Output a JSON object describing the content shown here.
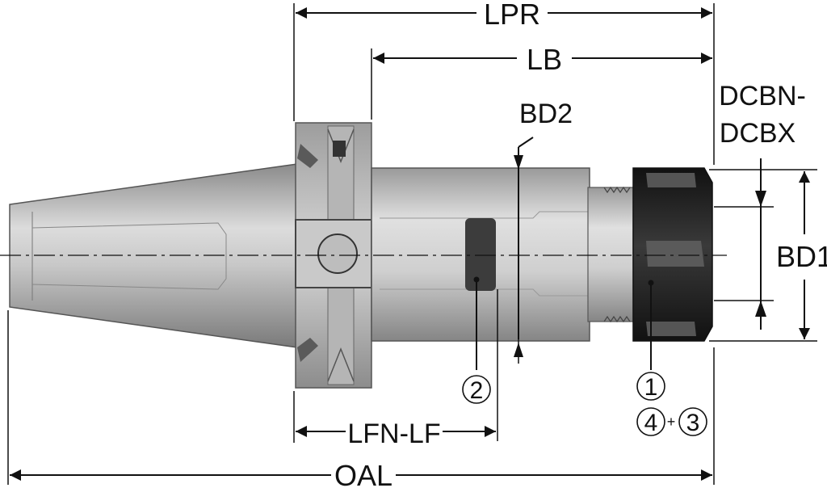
{
  "dimensions": {
    "lpr": "LPR",
    "lb": "LB",
    "bd2": "BD2",
    "dcbn_dcbx_line1": "DCBN-",
    "dcbn_dcbx_line2": "DCBX",
    "bd1": "BD1",
    "lfn_lf": "LFN-LF",
    "oal": "OAL"
  },
  "callouts": {
    "c1": "1",
    "c2": "2",
    "c3": "3",
    "c4": "4",
    "plus": "+"
  },
  "colors": {
    "body_light": "#d4d4d4",
    "body_mid": "#a9a9a9",
    "body_dark": "#6f6f6f",
    "nut_dark": "#222222",
    "line": "#111111"
  }
}
